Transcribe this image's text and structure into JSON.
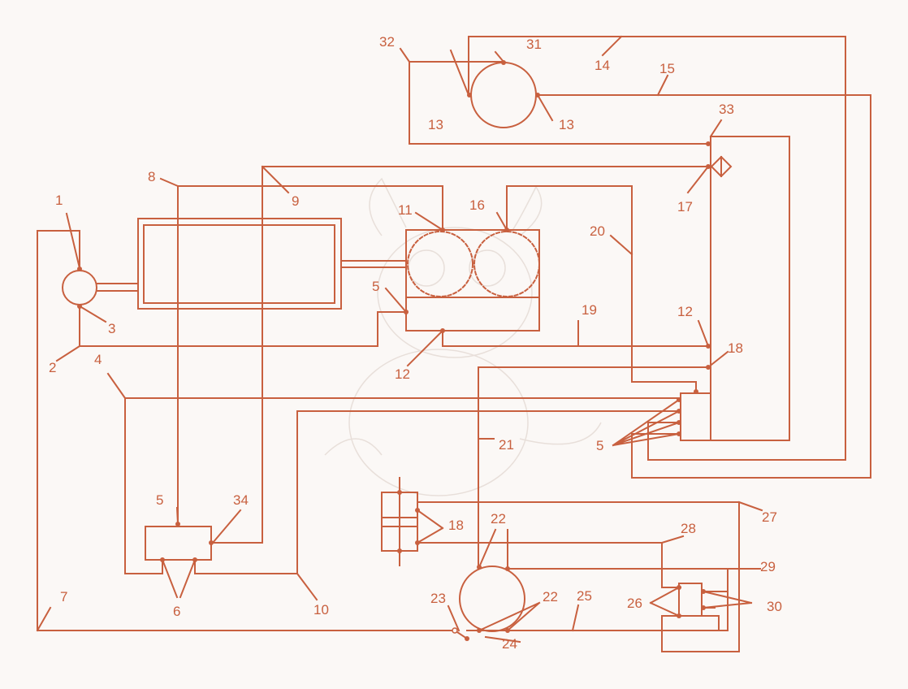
{
  "colors": {
    "line": "#c8603f",
    "background": "#fbf8f6",
    "watermark": "#e6ddd7"
  },
  "labels": {
    "l1": "1",
    "l2": "2",
    "l3": "3",
    "l4": "4",
    "l5a": "5",
    "l5b": "5",
    "l5c": "5",
    "l6": "6",
    "l7": "7",
    "l8": "8",
    "l9": "9",
    "l10": "10",
    "l11": "11",
    "l12a": "12",
    "l12b": "12",
    "l13a": "13",
    "l13b": "13",
    "l14": "14",
    "l15": "15",
    "l16": "16",
    "l17": "17",
    "l18a": "18",
    "l18b": "18",
    "l19": "19",
    "l20": "20",
    "l21": "21",
    "l22a": "22",
    "l22b": "22",
    "l23": "23",
    "l24": "24",
    "l25": "25",
    "l26": "26",
    "l27": "27",
    "l28": "28",
    "l29": "29",
    "l30": "30",
    "l31": "31",
    "l32": "32",
    "l33": "33",
    "l34": "34"
  }
}
